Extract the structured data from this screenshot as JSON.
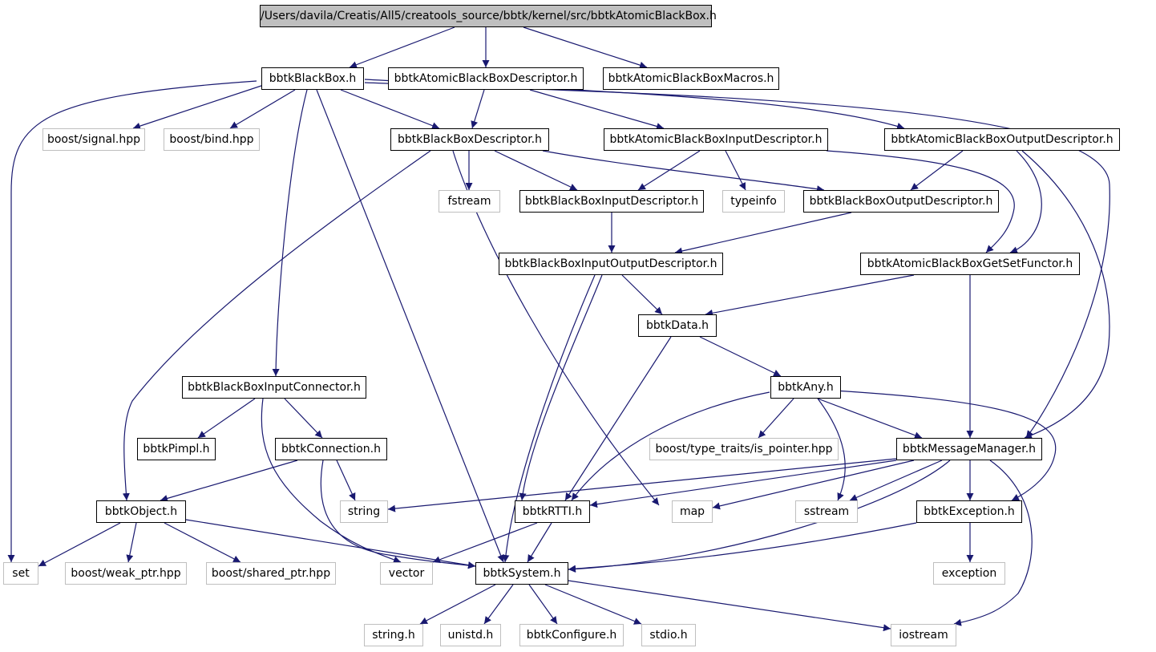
{
  "diagram": {
    "colors": {
      "edge": "#191970",
      "root_fill": "#bfbfbf",
      "external_border": "#bfbfbf",
      "node_border": "#000000"
    },
    "nodes": [
      {
        "id": "root",
        "label": "/Users/davila/Creatis/All5/creatools_source/bbtk/kernel/src/bbtkAtomicBlackBox.h"
      },
      {
        "id": "bb",
        "label": "bbtkBlackBox.h"
      },
      {
        "id": "abbd",
        "label": "bbtkAtomicBlackBoxDescriptor.h"
      },
      {
        "id": "abbm",
        "label": "bbtkAtomicBlackBoxMacros.h"
      },
      {
        "id": "signal",
        "label": "boost/signal.hpp"
      },
      {
        "id": "bind",
        "label": "boost/bind.hpp"
      },
      {
        "id": "bbd",
        "label": "bbtkBlackBoxDescriptor.h"
      },
      {
        "id": "abbid",
        "label": "bbtkAtomicBlackBoxInputDescriptor.h"
      },
      {
        "id": "abbod",
        "label": "bbtkAtomicBlackBoxOutputDescriptor.h"
      },
      {
        "id": "fstream",
        "label": "fstream"
      },
      {
        "id": "bbid",
        "label": "bbtkBlackBoxInputDescriptor.h"
      },
      {
        "id": "typeinfo",
        "label": "typeinfo"
      },
      {
        "id": "bbod",
        "label": "bbtkBlackBoxOutputDescriptor.h"
      },
      {
        "id": "bbiod",
        "label": "bbtkBlackBoxInputOutputDescriptor.h"
      },
      {
        "id": "abbgsf",
        "label": "bbtkAtomicBlackBoxGetSetFunctor.h"
      },
      {
        "id": "data",
        "label": "bbtkData.h"
      },
      {
        "id": "bbic",
        "label": "bbtkBlackBoxInputConnector.h"
      },
      {
        "id": "any",
        "label": "bbtkAny.h"
      },
      {
        "id": "pimpl",
        "label": "bbtkPimpl.h"
      },
      {
        "id": "conn",
        "label": "bbtkConnection.h"
      },
      {
        "id": "istraits",
        "label": "boost/type_traits/is_pointer.hpp"
      },
      {
        "id": "msg",
        "label": "bbtkMessageManager.h"
      },
      {
        "id": "obj",
        "label": "bbtkObject.h"
      },
      {
        "id": "string",
        "label": "string"
      },
      {
        "id": "rtti",
        "label": "bbtkRTTI.h"
      },
      {
        "id": "map",
        "label": "map"
      },
      {
        "id": "sstream",
        "label": "sstream"
      },
      {
        "id": "exc",
        "label": "bbtkException.h"
      },
      {
        "id": "set",
        "label": "set"
      },
      {
        "id": "weak",
        "label": "boost/weak_ptr.hpp"
      },
      {
        "id": "shared",
        "label": "boost/shared_ptr.hpp"
      },
      {
        "id": "vector",
        "label": "vector"
      },
      {
        "id": "sys",
        "label": "bbtkSystem.h"
      },
      {
        "id": "exception",
        "label": "exception"
      },
      {
        "id": "stringh",
        "label": "string.h"
      },
      {
        "id": "unistd",
        "label": "unistd.h"
      },
      {
        "id": "config",
        "label": "bbtkConfigure.h"
      },
      {
        "id": "stdio",
        "label": "stdio.h"
      },
      {
        "id": "iostream",
        "label": "iostream"
      }
    ]
  }
}
